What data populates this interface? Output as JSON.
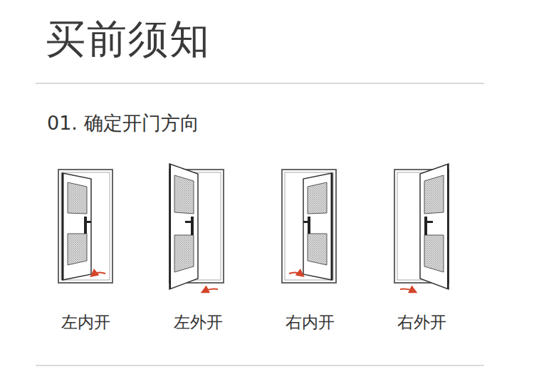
{
  "diagram": {
    "title": "买前须知",
    "labels": [
      "01. 确定开门方向",
      "左内开",
      "左外开",
      "右内开",
      "右外开"
    ]
  }
}
